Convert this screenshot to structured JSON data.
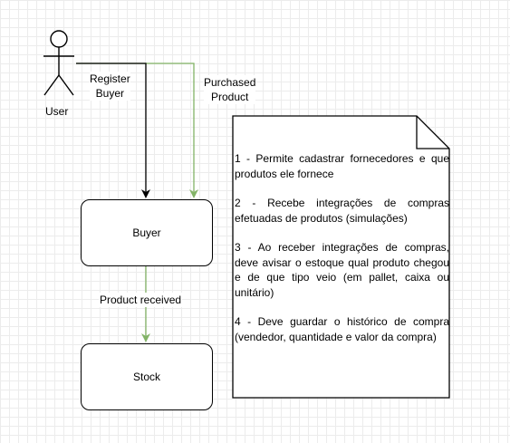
{
  "actor": {
    "label": "User"
  },
  "nodes": {
    "buyer": "Buyer",
    "stock": "Stock"
  },
  "edges": {
    "register_buyer": [
      "Register",
      "Buyer"
    ],
    "purchased_product": [
      "Purchased",
      "Product"
    ],
    "product_received": "Product received"
  },
  "note": {
    "paragraphs": [
      "1 - Permite cadastrar fornecedores e que produtos ele fornece",
      "2 - Recebe integrações de compras efetuadas de produtos  (simulações)",
      "3 - Ao receber integrações de compras, deve avisar o estoque qual produto chegou e de que tipo veio (em pallet, caixa ou unitário)",
      "4 - Deve guardar o histórico de compra (vendedor, quantidade e valor da compra)"
    ]
  },
  "colors": {
    "green_edge": "#82b366",
    "black_edge": "#000000",
    "grid": "#ececec"
  },
  "icons": {
    "actor": "stick-figure-icon",
    "note": "note-folded-corner-icon"
  }
}
